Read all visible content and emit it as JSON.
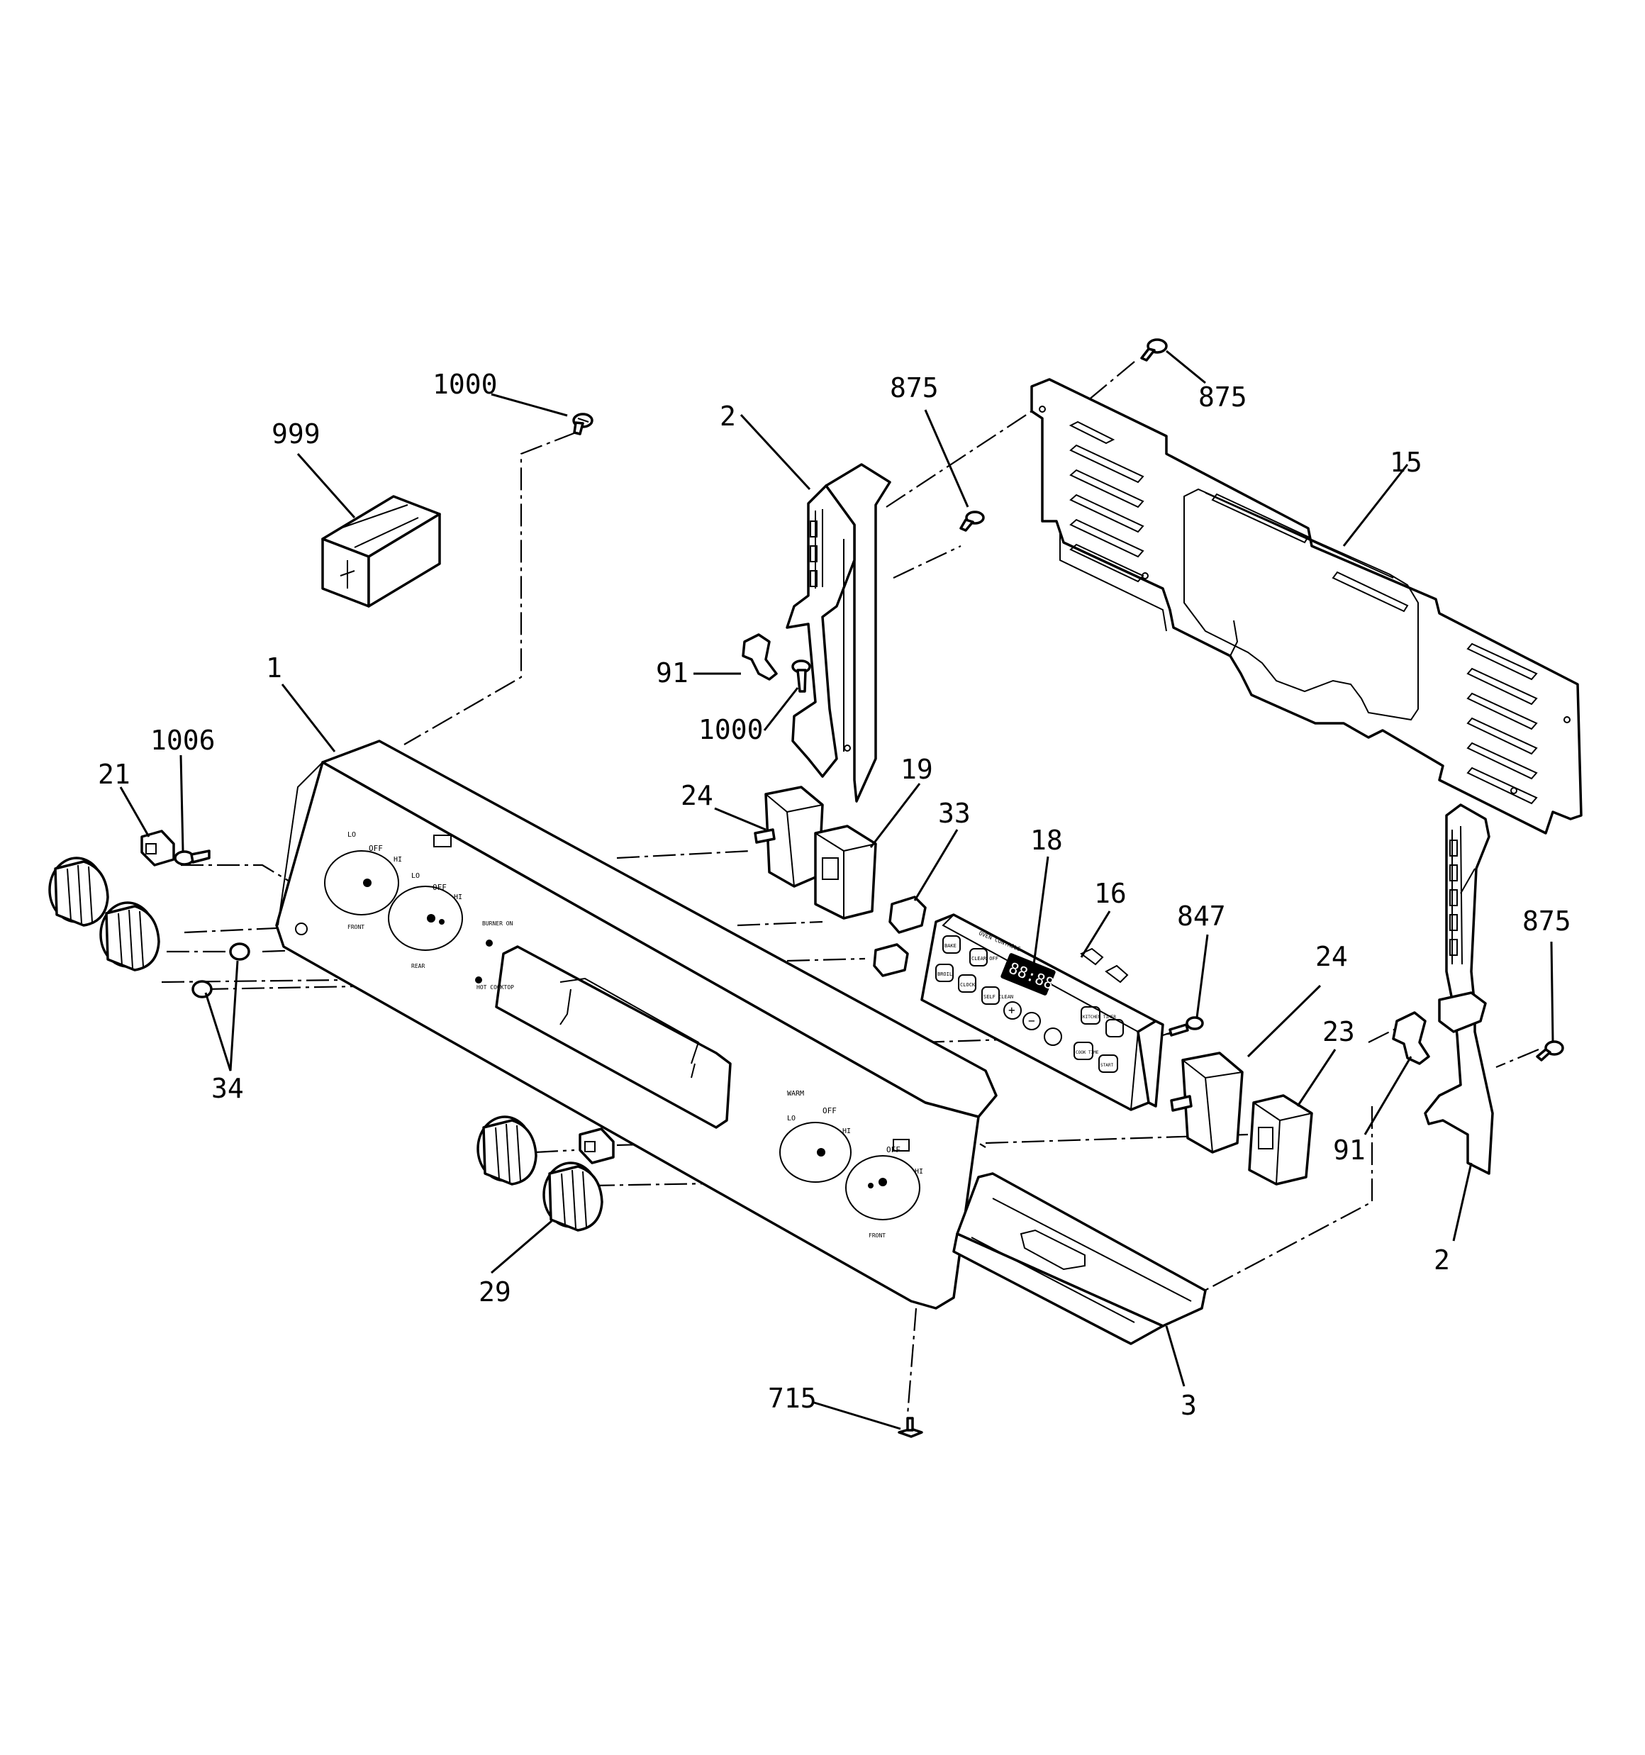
{
  "callouts": {
    "c1000_top": "1000",
    "c999": "999",
    "c2_left": "2",
    "c875_mid": "875",
    "c875_top": "875",
    "c15": "15",
    "c1": "1",
    "c91_left": "91",
    "c1000_bracket": "1000",
    "c1006": "1006",
    "c21": "21",
    "c24_left": "24",
    "c19": "19",
    "c33": "33",
    "c18": "18",
    "c16": "16",
    "c847": "847",
    "c24_right": "24",
    "c875_right": "875",
    "c23": "23",
    "c91_right": "91",
    "c34": "34",
    "c29": "29",
    "c2_right": "2",
    "c715": "715",
    "c3": "3"
  },
  "panel_text": {
    "left_off": "OFF",
    "left_lo": "LO",
    "left_hi": "HI",
    "left_rear_off": "OFF",
    "left_rear_lo": "LO",
    "left_rear_hi": "HI",
    "left_front_label": "FRONT",
    "left_rear_label": "REAR",
    "burner_on": "BURNER ON",
    "hot_cooktop": "HOT COOKTOP",
    "right_warm": "WARM",
    "right_off": "OFF",
    "right_lo": "LO",
    "right_hi": "HI",
    "right_front_off": "OFF",
    "right_front_hi": "HI",
    "right_front_label": "FRONT",
    "oven_controls": "OVEN CONTROLS",
    "display": "88:88",
    "btn_bake": "BAKE",
    "btn_broil": "BROIL",
    "btn_clock": "CLOCK",
    "btn_clear_off": "CLEAR OFF",
    "btn_self_clean": "SELF CLEAN",
    "btn_kitchen_timer": "KITCHEN TIMER",
    "btn_cook_time": "COOK TIME",
    "btn_start": "START",
    "btn_plus": "+",
    "btn_minus": "−"
  }
}
